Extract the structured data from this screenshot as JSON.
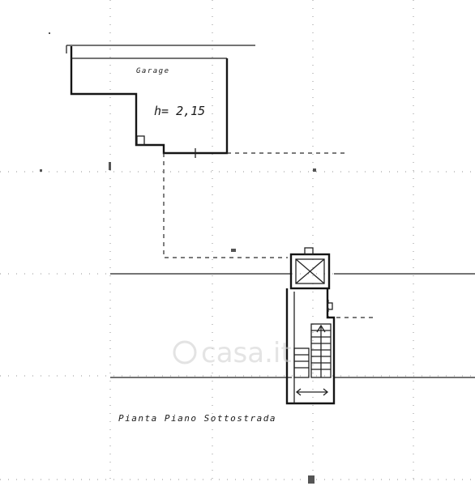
{
  "plan": {
    "room_label": "Garage",
    "height_label": "h= 2,15",
    "caption": "Pianta Piano Sottostrada"
  },
  "watermark": {
    "text": "casa.it"
  }
}
